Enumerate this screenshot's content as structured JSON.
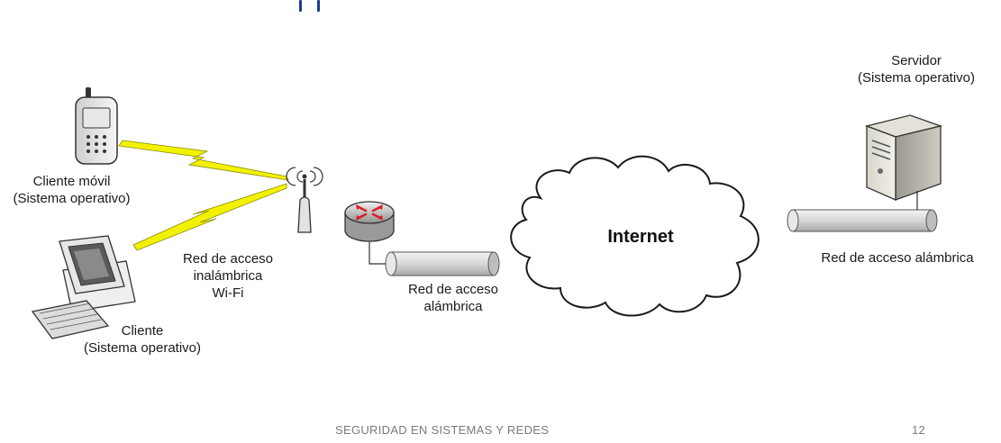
{
  "diagram": {
    "nodes": {
      "mobile_client": {
        "line1": "Cliente móvil",
        "line2": "(Sistema operativo)"
      },
      "desktop_client": {
        "line1": "Cliente",
        "line2": "(Sistema operativo)"
      },
      "server": {
        "line1": "Servidor",
        "line2": "(Sistema operativo)"
      },
      "internet": {
        "label": "Internet"
      }
    },
    "links": {
      "wifi": {
        "line1": "Red de acceso",
        "line2": "inalámbrica",
        "line3": "Wi-Fi"
      },
      "wired_left": {
        "line1": "Red de acceso",
        "line2": "alámbrica"
      },
      "wired_right": {
        "label": "Red de acceso alámbrica"
      }
    }
  },
  "footer": {
    "course": "SEGURIDAD EN SISTEMAS Y REDES",
    "page_number": "12"
  },
  "colors": {
    "title_blue": "#1f3a93",
    "lightning_yellow": "#f2f200",
    "router_red": "#d9202a"
  }
}
